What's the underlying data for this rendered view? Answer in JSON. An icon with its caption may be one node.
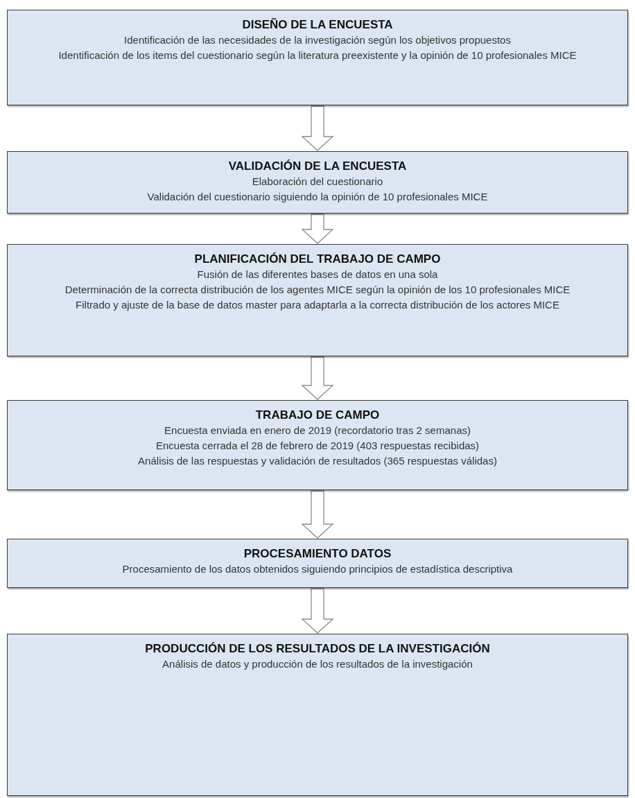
{
  "diagram": {
    "nodes": [
      {
        "text": [
          "DISEÑO DE LA ENCUESTA",
          "Identificación de las necesidades de la investigación según los objetivos propuestos",
          "Identificación de los items del cuestionario según la literatura preexistente y la opinión de 10 profesionales MICE"
        ]
      },
      {
        "text": [
          "VALIDACIÓN DE LA ENCUESTA",
          "Elaboración del cuestionario",
          "Validación del cuestionario siguiendo la opinión de 10 profesionales MICE"
        ]
      },
      {
        "text": [
          "PLANIFICACIÓN DEL TRABAJO DE CAMPO",
          "Fusión de las diferentes bases de datos en una sola",
          "Determinación de la correcta distribución de los agentes MICE según la opinión de los 10 profesionales MICE",
          "Filtrado y ajuste de la base de datos master para adaptarla a la correcta distribución de los actores MICE"
        ]
      },
      {
        "text": [
          "TRABAJO DE CAMPO",
          "Encuesta enviada en enero de 2019 (recordatorio tras 2 semanas)",
          "Encuesta cerrada el 28 de febrero de 2019 (403 respuestas recibidas)",
          "Análisis de las respuestas y validación de resultados (365 respuestas válidas)"
        ]
      },
      {
        "text": [
          "PROCESAMIENTO DATOS",
          "Procesamiento de los datos obtenidos siguiendo principios de estadística descriptiva"
        ]
      },
      {
        "text": [
          "PRODUCCIÓN DE LOS RESULTADOS DE LA INVESTIGACIÓN",
          "Análisis de datos y producción de los resultados de la investigación"
        ]
      }
    ],
    "edges": [
      {
        "from": 0,
        "to": 1,
        "arrow": "to"
      },
      {
        "from": 1,
        "to": 2,
        "arrow": "to"
      },
      {
        "from": 2,
        "to": 3,
        "arrow": "to"
      },
      {
        "from": 3,
        "to": 4,
        "arrow": "to"
      },
      {
        "from": 4,
        "to": 5,
        "arrow": "to"
      }
    ]
  }
}
